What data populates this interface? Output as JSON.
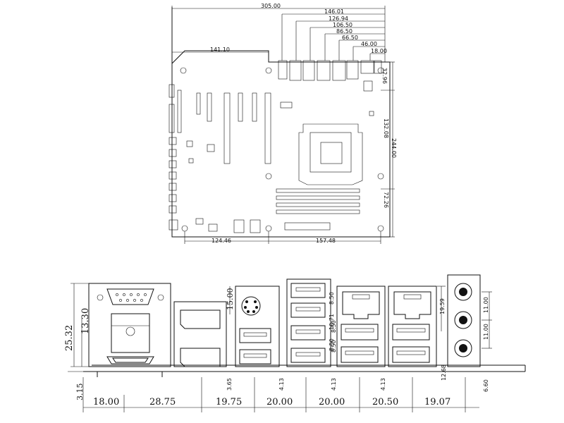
{
  "top_view": {
    "width_dim": "305.00",
    "offsets_from_right": [
      "146.01",
      "126.94",
      "106.50",
      "86.50",
      "66.50",
      "46.00",
      "18.00"
    ],
    "left_offset": "141.10",
    "right_offset_top": "32.96",
    "right_height_1": "132.08",
    "right_height_2": "244.00",
    "right_offset_bottom": "72.26",
    "bottom_left": "124.46",
    "bottom_right": "157.48"
  },
  "io_view": {
    "bottom_dims": [
      "18.00",
      "28.75",
      "19.75",
      "20.00",
      "20.00",
      "20.50",
      "19.07"
    ],
    "left_height_1": "25.32",
    "left_height_2": "13.30",
    "left_base": "3.15",
    "ps2_height": "15.00",
    "ps2_base": "3.65",
    "usb_stack_heights": [
      "8.50",
      "10.71",
      "8.50"
    ],
    "usb_stack_base": "4.13",
    "lan1_heights": [
      "8.50",
      "8.50"
    ],
    "lan1_base": "4.13",
    "lan2_base": "4.13",
    "lan2_height": "19.59",
    "audio_heights": [
      "11.00",
      "11.00"
    ],
    "audio_base": "12.68",
    "audio_side": "6.60"
  }
}
